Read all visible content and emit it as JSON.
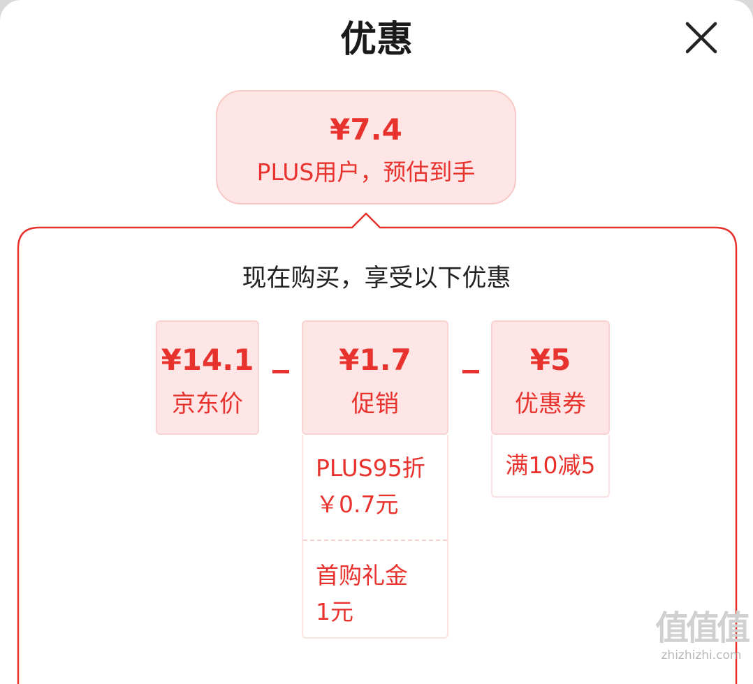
{
  "header": {
    "title": "优惠",
    "close_icon": "close-icon"
  },
  "estimate": {
    "price": "¥7.4",
    "label": "PLUS用户，预估到手"
  },
  "panel": {
    "subtitle": "现在购买，享受以下优惠"
  },
  "cards": [
    {
      "amount": "¥14.1",
      "name": "京东价"
    },
    {
      "amount": "¥1.7",
      "name": "促销"
    },
    {
      "amount": "¥5",
      "name": "优惠券"
    }
  ],
  "operators": [
    "−",
    "−"
  ],
  "promo_details": [
    {
      "line1": "PLUS95折",
      "line2": "￥0.7元"
    },
    {
      "line1": "首购礼金",
      "line2": "1元"
    }
  ],
  "coupon_details": [
    {
      "text": "满10减5"
    }
  ],
  "watermark": {
    "glyphs": "值值值",
    "text": "zhizhizhi.com"
  },
  "colors": {
    "accent": "#e8322d",
    "card_bg": "#fde6e5",
    "border": "#e8322d"
  }
}
